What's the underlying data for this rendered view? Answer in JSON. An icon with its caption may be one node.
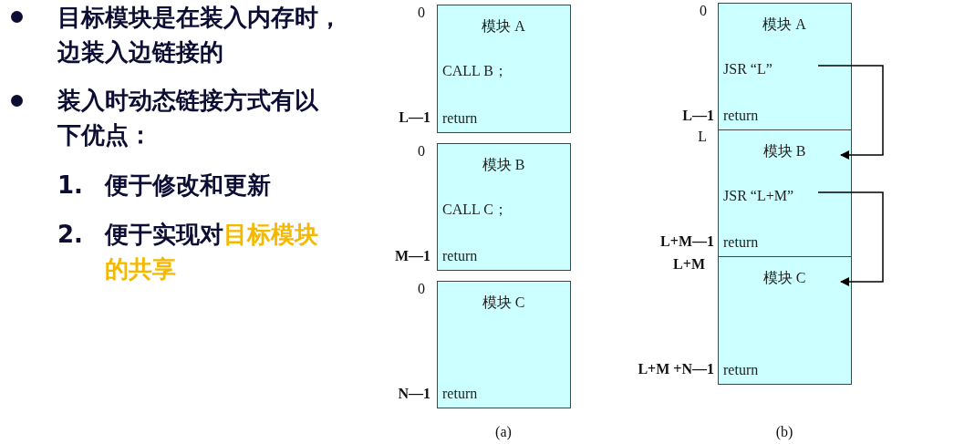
{
  "diagram": {
    "nodes": [
      {
        "text": [
          "模块 A",
          "CALL B；",
          "return"
        ],
        "beside": [
          "0",
          "L—1"
        ]
      },
      {
        "text": [
          "模块 B",
          "CALL C；",
          "return"
        ],
        "beside": [
          "0",
          "M—1"
        ]
      },
      {
        "text": [
          "模块 C",
          "return"
        ],
        "beside": [
          "0",
          "N—1"
        ]
      },
      {
        "text": [
          "模块 A",
          "JSR “L”",
          "return"
        ],
        "beside": [
          "0",
          "L—1"
        ]
      },
      {
        "text": [
          "模块 B",
          "JSR “L+M”",
          "return"
        ],
        "beside": [
          "L",
          "L+M—1"
        ]
      },
      {
        "text": [
          "模块 C",
          "return"
        ],
        "beside": [
          "L+M",
          "L+M +N—1"
        ]
      }
    ],
    "edges": [
      {
        "from": 3,
        "to": 4,
        "arrow": "to"
      },
      {
        "from": 4,
        "to": 5,
        "arrow": "to"
      }
    ],
    "labels": [
      "目标模块是在装入内存时，边装入边链接的",
      "装入时动态链接方式有以下优点：",
      "1.",
      "便于修改和更新",
      "2.",
      "便于实现对**目标模块的共享**",
      "(a)",
      "(b)"
    ]
  }
}
